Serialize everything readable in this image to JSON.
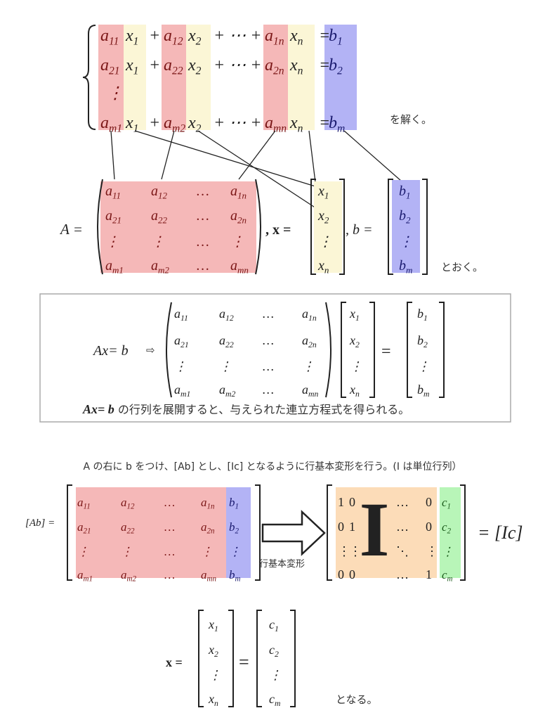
{
  "system": {
    "rows": [
      [
        [
          "a",
          "11"
        ],
        [
          "x",
          "1"
        ],
        [
          "+",
          ""
        ],
        [
          "a",
          "12"
        ],
        [
          "x",
          "2"
        ],
        [
          "+ ⋯ +",
          ""
        ],
        [
          "a",
          "1n"
        ],
        [
          "x",
          "n"
        ],
        [
          "=",
          ""
        ],
        [
          "b",
          "1"
        ]
      ],
      [
        [
          "a",
          "21"
        ],
        [
          "x",
          "1"
        ],
        [
          "+",
          ""
        ],
        [
          "a",
          "22"
        ],
        [
          "x",
          "2"
        ],
        [
          "+ ⋯ +",
          ""
        ],
        [
          "a",
          "2n"
        ],
        [
          "x",
          "n"
        ],
        [
          "=",
          ""
        ],
        [
          "b",
          "2"
        ]
      ],
      [
        [
          "⋮",
          ""
        ]
      ],
      [
        [
          "a",
          "m1"
        ],
        [
          "x",
          "1"
        ],
        [
          "+",
          ""
        ],
        [
          "a",
          "m2"
        ],
        [
          "x",
          "2"
        ],
        [
          "+ ⋯ +",
          ""
        ],
        [
          "a",
          "mn"
        ],
        [
          "x",
          "n"
        ],
        [
          "=",
          ""
        ],
        [
          "b",
          "m"
        ]
      ]
    ],
    "suffix": "を解く。"
  },
  "matrix_A": [
    [
      [
        "a",
        "11"
      ],
      [
        "a",
        "12"
      ],
      [
        "…",
        ""
      ],
      [
        "a",
        "1n"
      ]
    ],
    [
      [
        "a",
        "21"
      ],
      [
        "a",
        "22"
      ],
      [
        "…",
        ""
      ],
      [
        "a",
        "2n"
      ]
    ],
    [
      [
        "⋮",
        ""
      ],
      [
        "⋮",
        ""
      ],
      [
        "…",
        ""
      ],
      [
        "⋮",
        ""
      ]
    ],
    [
      [
        "a",
        "m1"
      ],
      [
        "a",
        "m2"
      ],
      [
        "…",
        ""
      ],
      [
        "a",
        "mn"
      ]
    ]
  ],
  "vector_x": [
    [
      "x",
      "1"
    ],
    [
      "x",
      "2"
    ],
    [
      "⋮",
      ""
    ],
    [
      "x",
      "n"
    ]
  ],
  "vector_b": [
    [
      "b",
      "1"
    ],
    [
      "b",
      "2"
    ],
    [
      "⋮",
      ""
    ],
    [
      "b",
      "m"
    ]
  ],
  "vector_c": [
    [
      "c",
      "1"
    ],
    [
      "c",
      "2"
    ],
    [
      "⋮",
      ""
    ],
    [
      "c",
      "m"
    ]
  ],
  "definition": {
    "a_label": "A =",
    "x_label": ", x =",
    "b_label": ", b =",
    "suffix": "とおく。"
  },
  "box": {
    "lhs": "Ax= b",
    "implies": "⇨",
    "equals": "=",
    "caption_math": "Ax= b",
    "caption_text": " の行列を展開すると、与えられた連立方程式を得られる。"
  },
  "augmented": {
    "instruction": "A の右に b をつけ、[Ab] とし、[Ic] となるように行基本変形を行う。(I は単位行列）",
    "label": "[Ab] =",
    "arrow_label": "行基本変形",
    "identity": [
      [
        "1",
        "0",
        "…",
        "0"
      ],
      [
        "0",
        "1",
        "…",
        "0"
      ],
      [
        "⋮",
        "⋮",
        "⋱",
        "⋮"
      ],
      [
        "0",
        "0",
        "…",
        "1"
      ]
    ],
    "big_letter": "I",
    "result": "= [Ic]"
  },
  "solution": {
    "x_label": "x =",
    "equals": "=",
    "suffix": "となる。"
  },
  "colors": {
    "pink": "#f5b8b8",
    "yellow": "#fbf6d6",
    "blue": "#b3b3f5",
    "orange": "#fcdcb8",
    "green": "#b8f5b8"
  }
}
